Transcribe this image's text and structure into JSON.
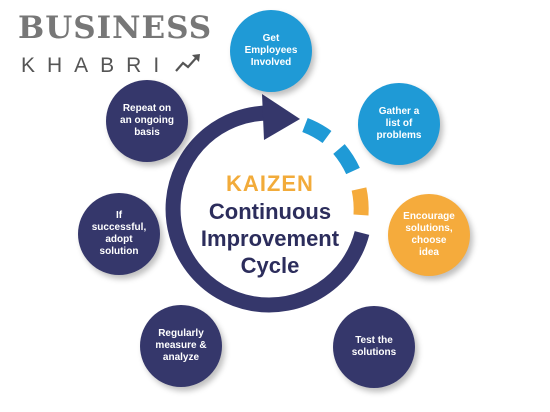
{
  "logo": {
    "top": "BUSINESS",
    "bottom": "KHABRI"
  },
  "center": {
    "title": "KAIZEN",
    "subtitle_lines": [
      "Continuous",
      "Improvement",
      "Cycle"
    ]
  },
  "colors": {
    "navy": "#35376b",
    "blue": "#1f9ad6",
    "orange": "#f5ab3c",
    "kaizen_text": "#f2ab3a",
    "title_text": "#2c2d5c"
  },
  "steps": [
    {
      "lines": [
        "Get",
        "Employees",
        "Involved"
      ],
      "color": "blue"
    },
    {
      "lines": [
        "Gather a",
        "list of",
        "problems"
      ],
      "color": "blue"
    },
    {
      "lines": [
        "Encourage",
        "solutions,",
        "choose",
        "idea"
      ],
      "color": "orange"
    },
    {
      "lines": [
        "Test the",
        "solutions"
      ],
      "color": "navy"
    },
    {
      "lines": [
        "Regularly",
        "measure &",
        "analyze"
      ],
      "color": "navy"
    },
    {
      "lines": [
        "If",
        "successful,",
        "adopt",
        "solution"
      ],
      "color": "navy"
    },
    {
      "lines": [
        "Repeat on",
        "an ongoing",
        "basis"
      ],
      "color": "navy"
    }
  ]
}
